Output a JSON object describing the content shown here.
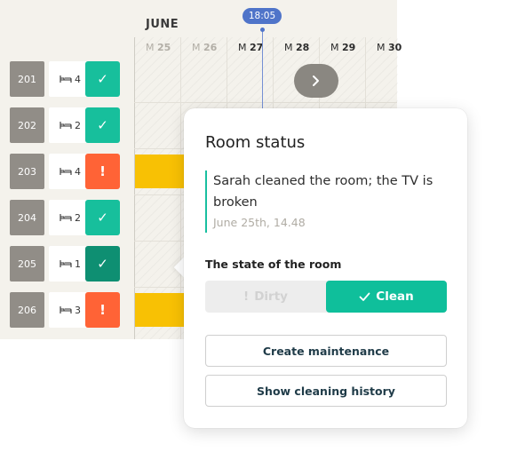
{
  "calendar": {
    "month": "JUNE",
    "current_time": "18:05",
    "days": [
      {
        "prefix": "M",
        "day": "25",
        "active": false
      },
      {
        "prefix": "M",
        "day": "26",
        "active": false
      },
      {
        "prefix": "M",
        "day": "27",
        "active": true
      },
      {
        "prefix": "M",
        "day": "28",
        "active": true
      },
      {
        "prefix": "M",
        "day": "29",
        "active": true
      },
      {
        "prefix": "M",
        "day": "30",
        "active": true
      }
    ],
    "next_icon": "chevron-right-icon"
  },
  "rooms": [
    {
      "number": "201",
      "beds": "4",
      "status": "clean",
      "status_symbol": "✓"
    },
    {
      "number": "202",
      "beds": "2",
      "status": "clean",
      "status_symbol": "✓"
    },
    {
      "number": "203",
      "beds": "4",
      "status": "dirty",
      "status_symbol": "!"
    },
    {
      "number": "204",
      "beds": "2",
      "status": "clean",
      "status_symbol": "✓"
    },
    {
      "number": "205",
      "beds": "1",
      "status": "clean",
      "status_symbol": "✓"
    },
    {
      "number": "206",
      "beds": "3",
      "status": "dirty",
      "status_symbol": "!"
    }
  ],
  "popover": {
    "title": "Room status",
    "note_text": "Sarah cleaned the room; the TV is broken",
    "note_time": "June 25th, 14.48",
    "state_label": "The state of the room",
    "state_options": {
      "dirty": "Dirty",
      "clean": "Clean"
    },
    "selected_state": "clean",
    "create_maintenance": "Create maintenance",
    "show_history": "Show cleaning history"
  },
  "colors": {
    "clean": "#17bf9c",
    "clean_selected": "#0e8f72",
    "dirty": "#ff6336",
    "booking": "#f8c104",
    "now": "#4f74c9"
  }
}
